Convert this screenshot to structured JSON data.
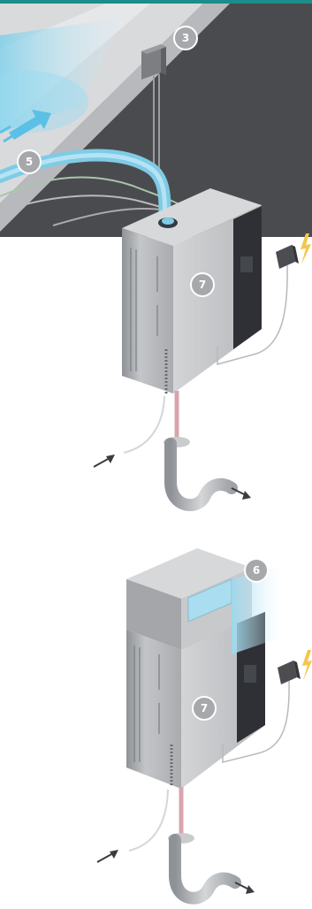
{
  "diagram": {
    "callouts": {
      "top_ceiling_unit": "3",
      "airflow_duct": "5",
      "upper_unit": "7",
      "lower_top_module": "6",
      "lower_unit": "7"
    },
    "icons": {
      "power": "lightning-bolt-icon",
      "inlet": "arrow-in-icon",
      "outlet": "arrow-out-icon"
    },
    "colors": {
      "ceiling_dark": "#4a4b4f",
      "ceiling_light": "#d9dadc",
      "teal_header": "#1c8d8a",
      "airflow_blue": "#8fd6ee",
      "unit_silver": "#b9bbbe",
      "unit_dark": "#2e3035",
      "badge_gray": "#a6a8ab",
      "drain_pink": "#d8a4ad",
      "power_yellow": "#f4c64d"
    }
  }
}
